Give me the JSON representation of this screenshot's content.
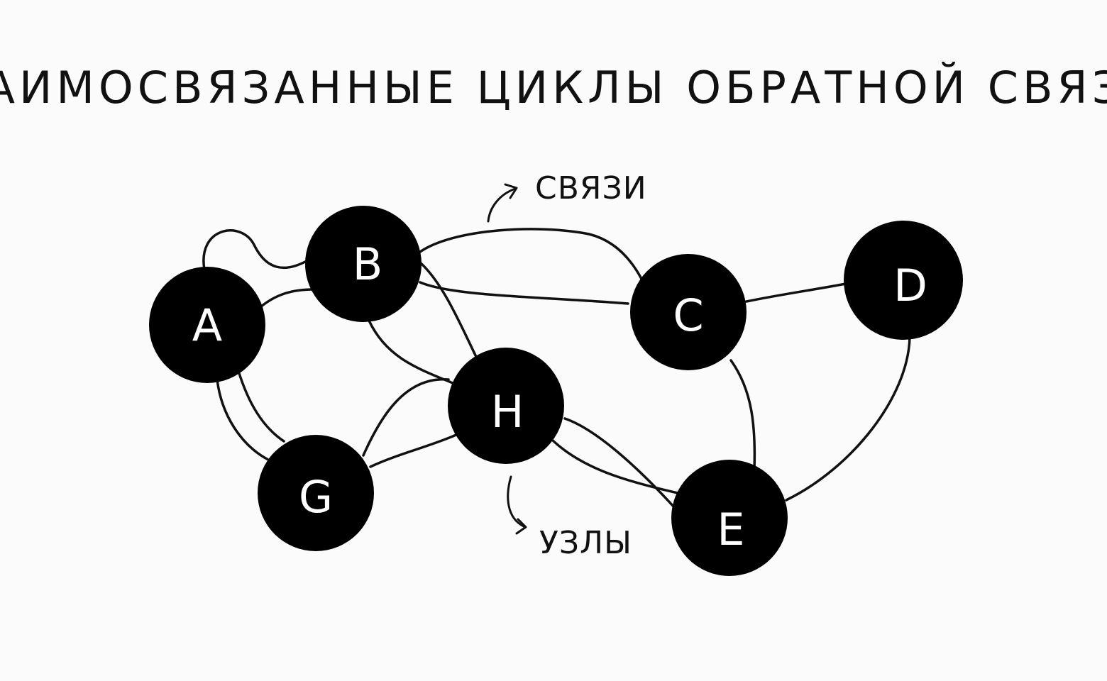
{
  "title": "ВЗАИМОСВЯЗАННЫЕ ЦИКЛЫ ОБРАТНОЙ СВЯЗИ?",
  "annotations": {
    "links": "СВЯЗИ",
    "nodes": "УЗЛЫ"
  },
  "nodes": [
    {
      "id": "A",
      "label": "A"
    },
    {
      "id": "B",
      "label": "B"
    },
    {
      "id": "C",
      "label": "C"
    },
    {
      "id": "D",
      "label": "D"
    },
    {
      "id": "E",
      "label": "E"
    },
    {
      "id": "G",
      "label": "G"
    },
    {
      "id": "H",
      "label": "H"
    }
  ],
  "edges": [
    {
      "from": "A",
      "to": "B"
    },
    {
      "from": "A",
      "to": "B"
    },
    {
      "from": "A",
      "to": "G"
    },
    {
      "from": "A",
      "to": "G"
    },
    {
      "from": "B",
      "to": "C"
    },
    {
      "from": "B",
      "to": "C"
    },
    {
      "from": "B",
      "to": "H"
    },
    {
      "from": "B",
      "to": "H"
    },
    {
      "from": "C",
      "to": "D"
    },
    {
      "from": "C",
      "to": "E"
    },
    {
      "from": "D",
      "to": "E"
    },
    {
      "from": "G",
      "to": "H"
    },
    {
      "from": "G",
      "to": "H"
    },
    {
      "from": "H",
      "to": "E"
    },
    {
      "from": "H",
      "to": "E"
    }
  ],
  "colors": {
    "node_fill": "#000000",
    "node_label": "#ffffff",
    "ink": "#111111",
    "background": "#fbfbfb"
  }
}
